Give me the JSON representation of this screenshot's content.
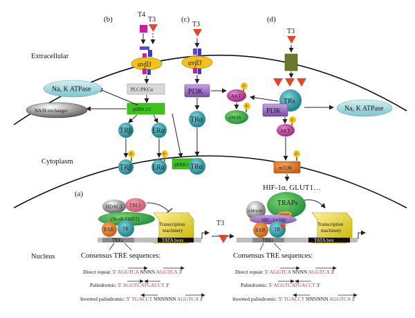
{
  "regions": {
    "extracellular": "Extracellular",
    "cytoplasm": "Cytoplasm",
    "nucleus": "Nucleus"
  },
  "panels": {
    "a": "(a)",
    "b": "(b)",
    "c": "(c)",
    "d": "(d)"
  },
  "hormones": {
    "t4": "T4",
    "t3": "T3"
  },
  "integrin": "αvβ3",
  "membrane": {
    "na_k_atpase": "Na, K ATPase",
    "na_h_exchanger": "NA/H exchanger"
  },
  "panel_b": {
    "plc_pkc": "PLC/PKCα",
    "perk": "pERK1/2",
    "tr_beta": "TRβ",
    "er_alpha": "ERα",
    "p": "P"
  },
  "panel_c": {
    "pi3k": "PI3K",
    "akt": "AKT",
    "enos": "eNOS",
    "tr_alpha": "TRα",
    "p": "P"
  },
  "panel_d": {
    "trs": "TRs",
    "pi3k": "PI3K",
    "akt": "AKT",
    "mtor": "mTOR",
    "targets": "HIF-1α, GLUT1…",
    "p": "P"
  },
  "nucleus_left": {
    "hdac3": "HDAC3",
    "tbl1": "TBL1",
    "ncor": "(NcoR/SMRT)",
    "rxr": "RXR",
    "tr": "TR",
    "machinery_1": "Transcription",
    "machinery_2": "machinery",
    "tres": "TREs",
    "tata": "TATA boxs"
  },
  "nucleus_right": {
    "cbp": "CBP/p300",
    "traps": "TRAPs",
    "drip": "DRIP205",
    "src": "SRC-1/p160",
    "rxr": "RXR",
    "tr": "TR",
    "machinery_1": "Transcription",
    "machinery_2": "machinery",
    "tres": "TREs",
    "tata": "TATA box"
  },
  "consensus": {
    "heading": "Consensus TRE sequences:",
    "direct_label": "Direct repeat: 5′",
    "direct_a": "AGGTCA",
    "direct_mid": "NNNN",
    "direct_b": "AGGTCA",
    "palin_label": "Palindromic: 5′",
    "palin_seq": "AGGTCATGACCT",
    "inv_label": "Inverted palindromic: 5′",
    "inv_a": "TGACCT",
    "inv_mid": "NNNNNN",
    "inv_b": "AGGTCA",
    "three": "3′"
  },
  "colors": {
    "t3_red": "#e8442a",
    "t4_magenta": "#c8209a",
    "integrin_yellow": "#f2c21a",
    "tr_teal": "#1f8f9a",
    "perk_green": "#3ec21c",
    "pi3k_purple": "#8a5bb5",
    "atpase_teal": "#8fd0d6",
    "seq_red": "#c0392b"
  }
}
